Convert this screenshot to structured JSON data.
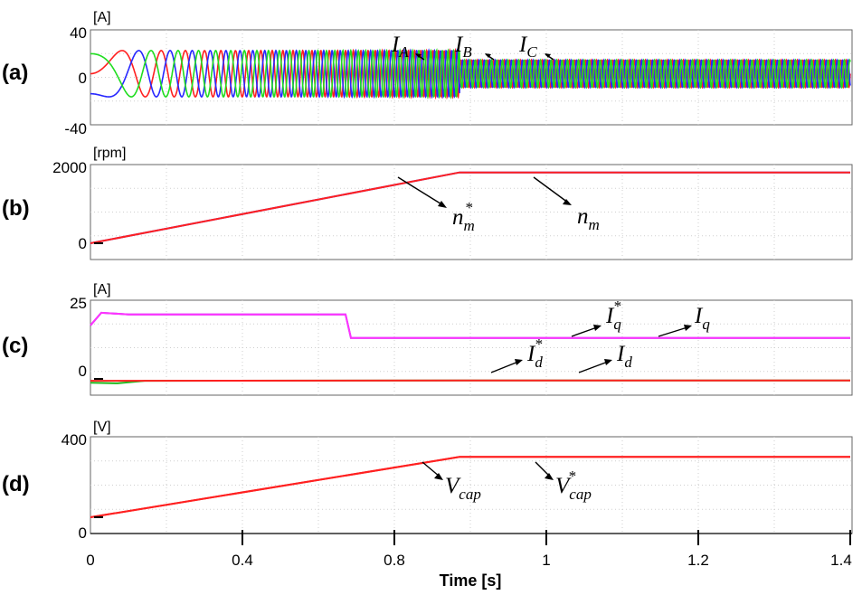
{
  "chart_data": [
    {
      "panel": "(a)",
      "type": "line",
      "ylabel": "[A]",
      "ylim": [
        -40,
        40
      ],
      "yticks": [
        "40",
        "0",
        "-40"
      ],
      "xlim": [
        0,
        1.4
      ],
      "series": [
        {
          "name": "IA",
          "sub": "A",
          "color": "#ff2020",
          "phase": 0
        },
        {
          "name": "IB",
          "sub": "B",
          "color": "#2828ff",
          "phase": -120
        },
        {
          "name": "IC",
          "sub": "C",
          "color": "#20dd20",
          "phase": 120
        }
      ],
      "accel_amplitude": 22,
      "steady_amplitude": 13,
      "transition_time": 0.68,
      "steady_frequency_hz": 100
    },
    {
      "panel": "(b)",
      "type": "line",
      "ylabel": "[rpm]",
      "ylim": [
        0,
        2000
      ],
      "yticks": [
        "2000",
        "0"
      ],
      "xlim": [
        0,
        1.4
      ],
      "series": [
        {
          "name": "nm*",
          "sup": "*",
          "sub": "m",
          "color": "#3030ff",
          "x": [
            0,
            0.68,
            1.4
          ],
          "y": [
            0,
            1800,
            1800
          ]
        },
        {
          "name": "nm",
          "sub": "m",
          "color": "#ff2020",
          "x": [
            0,
            0.68,
            1.4
          ],
          "y": [
            0,
            1800,
            1800
          ]
        }
      ]
    },
    {
      "panel": "(c)",
      "type": "line",
      "ylabel": "[A]",
      "ylim": [
        0,
        25
      ],
      "yticks": [
        "25",
        "0"
      ],
      "xlim": [
        0,
        1.4
      ],
      "series": [
        {
          "name": "Iq*",
          "sup": "*",
          "sub": "q",
          "color": "#8a2be2",
          "x": [
            0,
            0.02,
            0.07,
            0.47,
            0.48,
            0.51,
            1.4
          ],
          "y": [
            17,
            21,
            20.5,
            20.5,
            13,
            13,
            13
          ]
        },
        {
          "name": "Iq",
          "sub": "q",
          "color": "#ff33ff",
          "x": [
            0,
            0.02,
            0.07,
            0.47,
            0.48,
            0.51,
            1.4
          ],
          "y": [
            17,
            21,
            20.5,
            20.5,
            13,
            13,
            13
          ]
        },
        {
          "name": "Id*",
          "sup": "*",
          "sub": "d",
          "color": "#20bb20",
          "x": [
            0,
            0.05,
            0.1,
            0.68,
            1.4
          ],
          "y": [
            -1.2,
            -1.4,
            -0.6,
            -0.5,
            -0.5
          ]
        },
        {
          "name": "Id",
          "sub": "d",
          "color": "#ff2020",
          "x": [
            0,
            0.68,
            1.4
          ],
          "y": [
            -0.6,
            -0.5,
            -0.5
          ]
        }
      ]
    },
    {
      "panel": "(d)",
      "type": "line",
      "ylabel": "[V]",
      "ylim": [
        0,
        400
      ],
      "yticks": [
        "400",
        "0"
      ],
      "xlim": [
        0,
        1.4
      ],
      "xticks": [
        "0",
        "0.4",
        "0.8",
        "1",
        "1.2",
        "1.4"
      ],
      "xlabel": "Time [s]",
      "series": [
        {
          "name": "Vcap",
          "sub": "cap",
          "color": "#ff2020",
          "x": [
            0,
            0.68,
            1.4
          ],
          "y": [
            0,
            300,
            300
          ]
        },
        {
          "name": "Vcap*",
          "sup": "*",
          "sub": "cap",
          "color": "#ff2020",
          "x": [
            0,
            0.68,
            1.4
          ],
          "y": [
            0,
            300,
            300
          ]
        }
      ]
    }
  ]
}
